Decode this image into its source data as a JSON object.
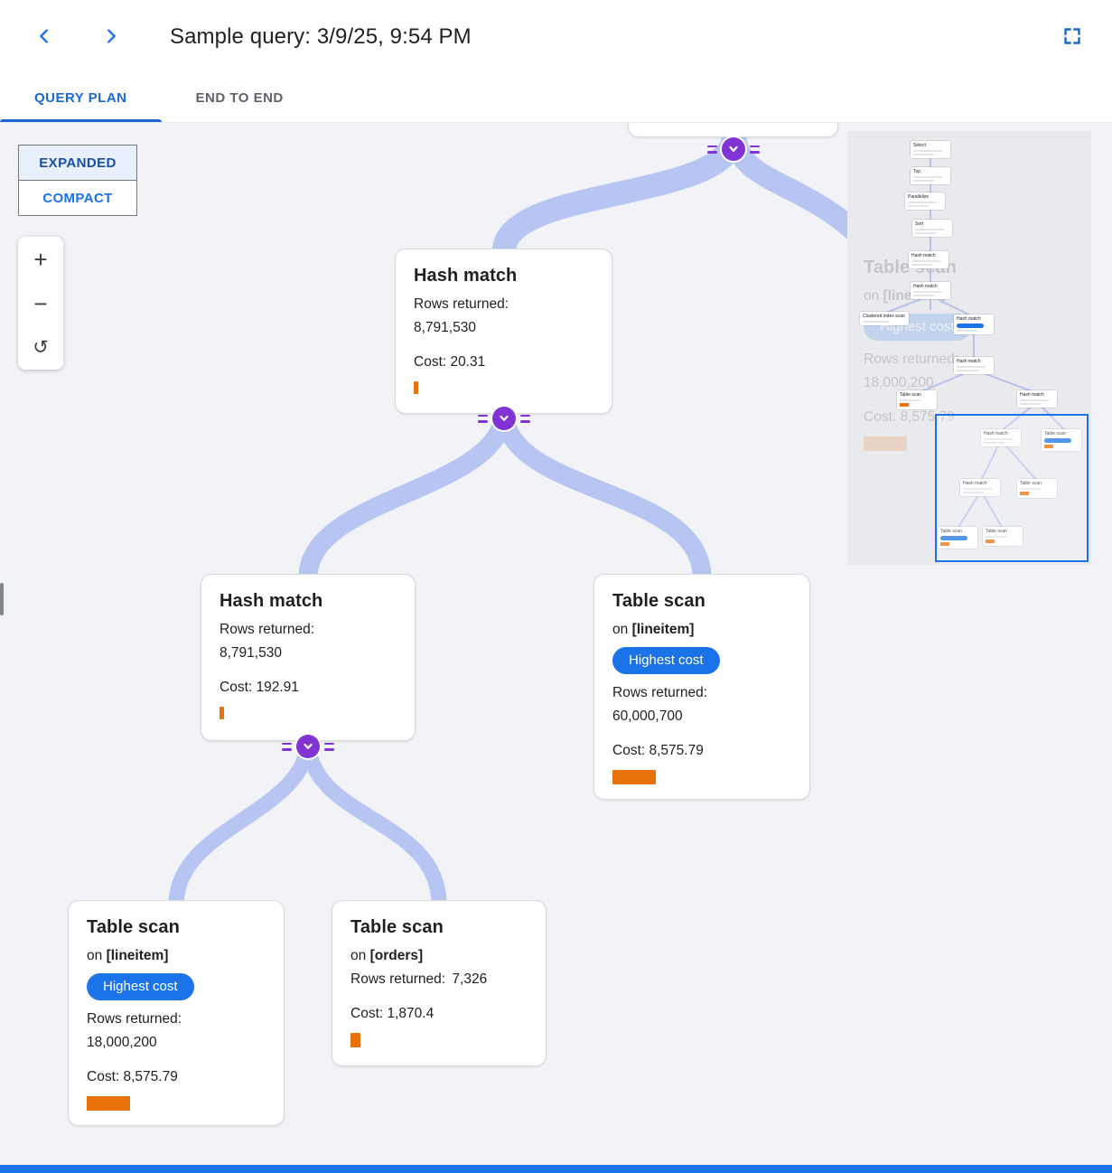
{
  "header": {
    "title": "Sample query: 3/9/25, 9:54 PM"
  },
  "tabs": [
    {
      "label": "QUERY PLAN",
      "active": true
    },
    {
      "label": "END TO END",
      "active": false
    }
  ],
  "view_toggle": {
    "expanded_label": "EXPANDED",
    "compact_label": "COMPACT",
    "selected": "EXPANDED"
  },
  "zoom_controls": {
    "zoom_in_label": "+",
    "zoom_out_label": "−",
    "reset_label": "↺"
  },
  "labels": {
    "rows_returned": "Rows returned:",
    "on": "on",
    "cost": "Cost:"
  },
  "plan_nodes": {
    "root_hash_match": {
      "title": "Hash match",
      "rows_returned": "8,791,530",
      "cost": "20.31"
    },
    "left_hash_match": {
      "title": "Hash match",
      "rows_returned": "8,791,530",
      "cost": "192.91"
    },
    "right_table_scan": {
      "title": "Table scan",
      "table": "[lineitem]",
      "badge": "Highest cost",
      "rows_returned": "60,000,700",
      "cost": "8,575.79"
    },
    "bottom_left_table_scan": {
      "title": "Table scan",
      "table": "[lineitem]",
      "badge": "Highest cost",
      "rows_returned": "18,000,200",
      "cost": "8,575.79"
    },
    "bottom_mid_table_scan": {
      "title": "Table scan",
      "table": "[orders]",
      "rows_returned": "7,326",
      "cost": "1,870.4"
    }
  },
  "minimap": {
    "nodes": [
      {
        "label": "Select"
      },
      {
        "label": "Top"
      },
      {
        "label": "Parallelize"
      },
      {
        "label": "Sort"
      },
      {
        "label": "Hash match"
      },
      {
        "label": "Hash match"
      },
      {
        "label": "Clustered index scan"
      },
      {
        "label": "Hash match"
      },
      {
        "label": "Hash match"
      },
      {
        "label": "Table scan"
      },
      {
        "label": "Hash match"
      },
      {
        "label": "Hash match"
      },
      {
        "label": "Table scan"
      },
      {
        "label": "Hash match"
      },
      {
        "label": "Table scan"
      },
      {
        "label": "Table scan"
      },
      {
        "label": "Table scan"
      }
    ]
  },
  "colors": {
    "accent_blue": "#1a73e8",
    "tab_active_blue": "#1967d2",
    "badge_blue": "#1a73e8",
    "cost_orange": "#e8710a",
    "edge_blue": "#b6c5f2",
    "collapse_purple": "#8133d4",
    "canvas_bg": "#f2f3f6"
  }
}
